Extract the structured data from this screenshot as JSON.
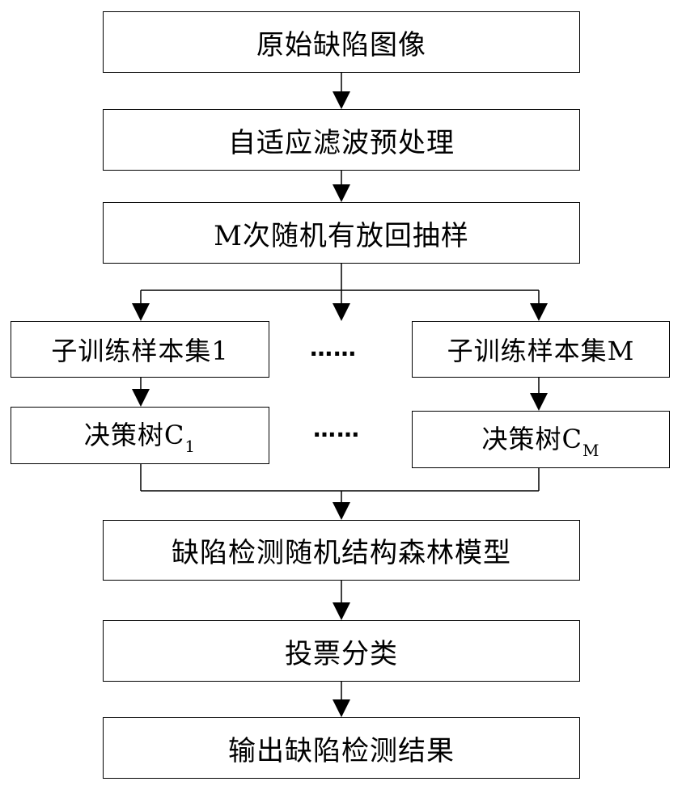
{
  "diagram": {
    "type": "flowchart",
    "nodes": {
      "original_image": "原始缺陷图像",
      "adaptive_filter": "自适应滤波预处理",
      "bootstrap_sampling": "M次随机有放回抽样",
      "subset_1": "子训练样本集1",
      "subset_m": "子训练样本集M",
      "tree_1": {
        "base": "决策树C",
        "subscript": "1"
      },
      "tree_m": {
        "base": "决策树C",
        "subscript": "M"
      },
      "forest_model": "缺陷检测随机结构森林模型",
      "voting": "投票分类",
      "output": "输出缺陷检测结果"
    },
    "ellipsis_row1": "……",
    "ellipsis_row2": "……",
    "edges": [
      [
        "original_image",
        "adaptive_filter"
      ],
      [
        "adaptive_filter",
        "bootstrap_sampling"
      ],
      [
        "bootstrap_sampling",
        "subset_1"
      ],
      [
        "bootstrap_sampling",
        "ellipsis_row1"
      ],
      [
        "bootstrap_sampling",
        "subset_m"
      ],
      [
        "subset_1",
        "tree_1"
      ],
      [
        "subset_m",
        "tree_m"
      ],
      [
        "tree_1",
        "forest_model"
      ],
      [
        "tree_m",
        "forest_model"
      ],
      [
        "forest_model",
        "voting"
      ],
      [
        "voting",
        "output"
      ]
    ]
  }
}
